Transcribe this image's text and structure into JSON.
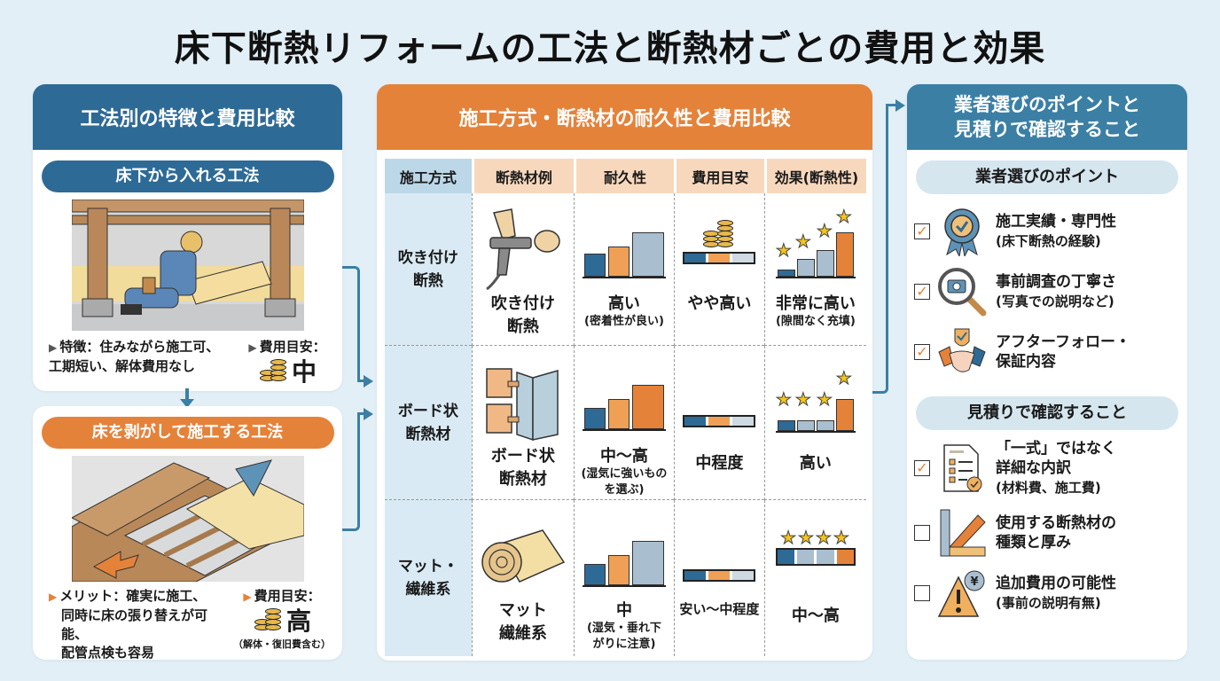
{
  "title": "床下断熱リフォームの工法と断熱材ごとの費用と効果",
  "left": {
    "header": "工法別の特徴と費用比較",
    "method1": {
      "label": "床下から入れる工法",
      "illustration": "worker-underfloor-installing-insulation",
      "feature_label": "特徴：住みながら施工可、",
      "feature_line2": "工期短い、解体費用なし",
      "cost_label": "費用目安：",
      "cost_level": "中"
    },
    "method2": {
      "label": "床を剥がして施工する工法",
      "illustration": "floor-removed-insulation-panels",
      "merit_line1": "メリット：確実に施工、",
      "merit_line2": "同時に床の張り替えが可能、",
      "merit_line3": "配管点検も容易",
      "cost_label": "費用目安：",
      "cost_level": "高",
      "cost_note": "（解体・復旧費含む）"
    }
  },
  "center": {
    "header": "施工方式・断熱材の耐久性と費用比較",
    "columns": [
      "施工方式",
      "断熱材例",
      "耐久性",
      "費用目安",
      "効果(断熱性)"
    ],
    "rows": [
      {
        "method": [
          "吹き付け",
          "断熱"
        ],
        "material": [
          "吹き付け",
          "断熱"
        ],
        "material_icon": "spray-gun-icon",
        "durability": "高い",
        "durability_note": "(密着性が良い)",
        "cost": "やや高い",
        "effect": "非常に高い",
        "effect_note": "(隙間なく充填)",
        "stars": "★★★★"
      },
      {
        "method": [
          "ボード状",
          "断熱材"
        ],
        "material": [
          "ボード状",
          "断熱材"
        ],
        "material_icon": "board-panels-icon",
        "durability": "中～高",
        "durability_note": "(湿気に強いものを選ぶ)",
        "cost": "中程度",
        "effect": "高い",
        "effect_note": "",
        "stars": "★★★★"
      },
      {
        "method": [
          "マット・",
          "繊維系"
        ],
        "material": [
          "マット",
          "繊維系"
        ],
        "material_icon": "insulation-roll-icon",
        "durability": "中",
        "durability_note": "(湿気・垂れ下がりに注意)",
        "cost": "安い～中程度",
        "effect": "中～高",
        "effect_note": "",
        "stars": "★★★★"
      }
    ]
  },
  "right": {
    "header_line1": "業者選びのポイントと",
    "header_line2": "見積りで確認すること",
    "section1": {
      "label": "業者選びのポイント",
      "items": [
        {
          "line1": "施工実績・専門性",
          "line2": "(床下断熱の経験)",
          "checked": true,
          "icon": "award-badge-icon"
        },
        {
          "line1": "事前調査の丁寧さ",
          "line2": "(写真での説明など)",
          "checked": true,
          "icon": "camera-magnifier-icon"
        },
        {
          "line1": "アフターフォロー・",
          "line2": "保証内容",
          "checked": true,
          "icon": "handshake-shield-icon"
        }
      ]
    },
    "section2": {
      "label": "見積りで確認すること",
      "items": [
        {
          "line1": "「一式」ではなく",
          "line2": "詳細な内訳",
          "line3": "(材料費、施工費)",
          "checked": true,
          "icon": "checklist-document-icon"
        },
        {
          "line1": "使用する断熱材の",
          "line2": "種類と厚み",
          "checked": false,
          "icon": "ruler-icon"
        },
        {
          "line1": "追加費用の可能性",
          "line2": "(事前の説明有無)",
          "checked": false,
          "icon": "warning-yen-icon"
        }
      ]
    }
  },
  "colors": {
    "blue": "#2e6a96",
    "orange": "#e5823a",
    "light_blue": "#bcd8e8",
    "peach": "#f8d8bd",
    "background": "#e2eff6",
    "star": "#f5c518"
  }
}
